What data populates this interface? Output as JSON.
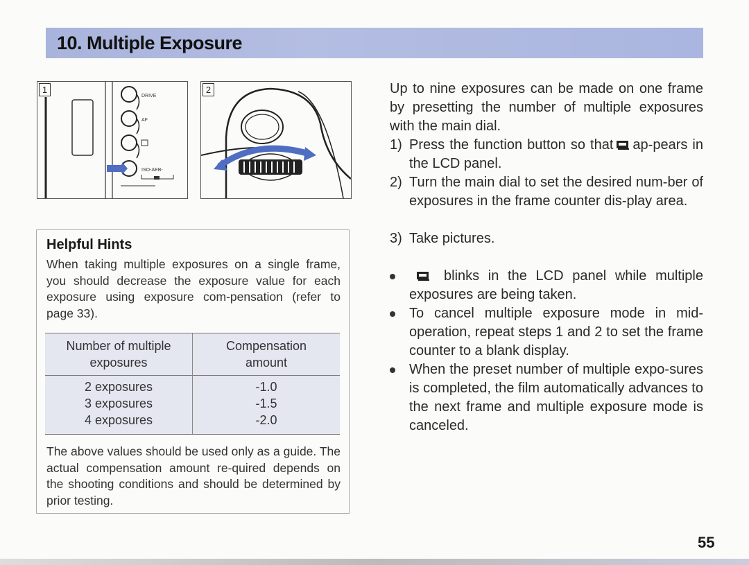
{
  "title": "10. Multiple Exposure",
  "figures": {
    "fig1_number": "1",
    "fig2_number": "2",
    "fig1_labels": {
      "drive": "DRIVE",
      "af": "AF",
      "iso": "ISO-AEB-"
    }
  },
  "hints": {
    "title": "Helpful Hints",
    "paragraph1": "When taking multiple exposures on a single frame, you should decrease the exposure value for each exposure using exposure com-pensation (refer to page 33).",
    "table": {
      "headers": [
        "Number of multiple exposures",
        "Compensation amount"
      ],
      "header_lines": [
        [
          "Number of multiple",
          "exposures"
        ],
        [
          "Compensation",
          "amount"
        ]
      ],
      "rows": [
        {
          "exposures": "2 exposures",
          "compensation": "-1.0"
        },
        {
          "exposures": "3 exposures",
          "compensation": "-1.5"
        },
        {
          "exposures": "4 exposures",
          "compensation": "-2.0"
        }
      ]
    },
    "paragraph2": "The above values should be used only as a guide. The actual compensation amount re-quired depends on the shooting conditions and should be determined by prior testing."
  },
  "body": {
    "intro": "Up to nine exposures can be made on one frame by presetting the number of multiple exposures with the main dial.",
    "steps": [
      {
        "num": "1)",
        "before": "Press the function button so that",
        "after": "ap-pears in the LCD panel."
      },
      {
        "num": "2)",
        "text": "Turn the main dial to set the desired num-ber of exposures in the frame counter dis-play area."
      },
      {
        "num": "3)",
        "text": "Take pictures."
      }
    ],
    "bullets": [
      {
        "after": "blinks in the LCD panel while multiple exposures are being taken."
      },
      {
        "text": "To cancel multiple exposure mode in mid-operation, repeat steps 1 and 2 to set the frame counter to a blank display."
      },
      {
        "text": "When the preset number of multiple expo-sures is completed, the film automatically advances to the next frame and multiple exposure mode is canceled."
      }
    ]
  },
  "page_number": "55",
  "icons": {
    "lcd": "multiple-exposure-lcd-icon"
  },
  "colors": {
    "title_bar": "#aeb8e0",
    "table_bg": "#e4e6f0",
    "dial_arrow": "#4f6ec2"
  }
}
